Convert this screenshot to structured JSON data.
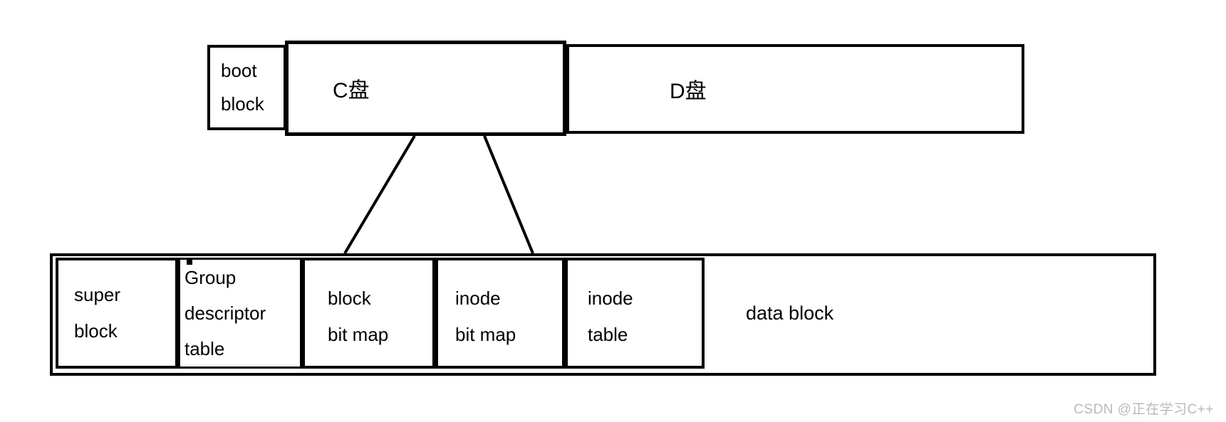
{
  "canvas": {
    "background": "#ffffff",
    "line_color": "#000000",
    "watermark_color": "#b9b9b9"
  },
  "disk_row": {
    "boot_block": {
      "label_lines": [
        "boot",
        "block"
      ]
    },
    "c_drive": {
      "label": "C盘"
    },
    "d_drive": {
      "label": "D盘"
    }
  },
  "block_group_row": {
    "super_block": {
      "label_lines": [
        "super",
        "block"
      ]
    },
    "group_descriptor_table": {
      "label_lines": [
        "Group",
        "descriptor",
        "table"
      ]
    },
    "block_bitmap": {
      "label_lines": [
        "block",
        "bit map"
      ]
    },
    "inode_bitmap": {
      "label_lines": [
        "inode",
        "bit map"
      ]
    },
    "inode_table": {
      "label_lines": [
        "inode",
        "table"
      ]
    },
    "data_block": {
      "label": "data block"
    }
  },
  "watermark": "CSDN @正在学习C++"
}
